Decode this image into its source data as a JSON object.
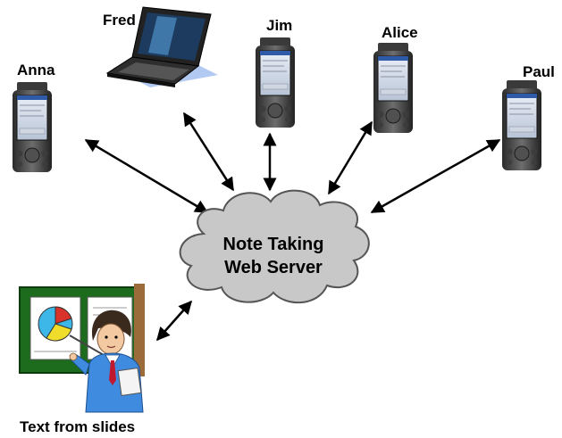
{
  "server": {
    "line1": "Note Taking",
    "line2": "Web Server"
  },
  "clients": [
    {
      "name": "Anna",
      "device": "pda"
    },
    {
      "name": "Fred",
      "device": "laptop"
    },
    {
      "name": "Jim",
      "device": "pda"
    },
    {
      "name": "Alice",
      "device": "pda"
    },
    {
      "name": "Paul",
      "device": "pda"
    }
  ],
  "presenter": {
    "caption": "Text from slides"
  },
  "colors": {
    "cloud_fill": "#c8c8c8",
    "cloud_stroke": "#555555",
    "board_green": "#1d6b1d",
    "pie_blue": "#3db6e8",
    "pie_red": "#d9322a",
    "pie_yellow": "#f0dc2a"
  }
}
